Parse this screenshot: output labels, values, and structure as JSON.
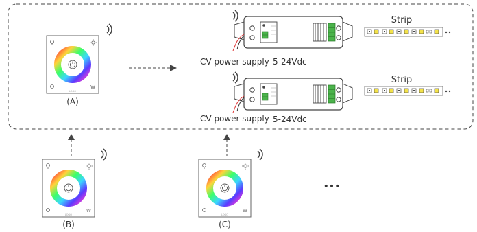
{
  "panels": {
    "a": {
      "label": "(A)"
    },
    "b": {
      "label": "(B)"
    },
    "c": {
      "label": "(C)"
    },
    "panel_text": "LOGO"
  },
  "receivers": [
    {
      "power_label": "CV power supply",
      "voltage_label": "5-24Vdc",
      "strip_label": "Strip"
    },
    {
      "power_label": "CV power supply",
      "voltage_label": "5-24Vdc",
      "strip_label": "Strip"
    }
  ],
  "more_indicator": "•••",
  "colors": {
    "line": "#444444",
    "terminal_green": "#4bb34b",
    "strip_led": "#f3e24a",
    "wire_red": "#d33"
  },
  "icons": [
    "wireless-icon",
    "power-icon",
    "brightness-icon",
    "color-wheel-icon"
  ]
}
